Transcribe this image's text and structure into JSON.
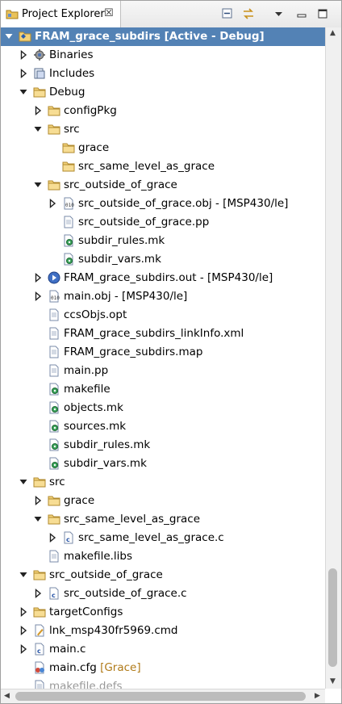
{
  "view": {
    "tab_title": "Project Explorer",
    "tab_close": "☒"
  },
  "toolbar": {
    "buttons": [
      "collapse-all-icon",
      "link-with-editor-icon",
      "view-menu-icon",
      "minimize-icon",
      "maximize-icon"
    ]
  },
  "tree": [
    {
      "level": 0,
      "arrow": "open",
      "icon": "project-icon",
      "label": "FRAM_grace_subdirs  [Active - Debug]",
      "selected": true
    },
    {
      "level": 1,
      "arrow": "closed",
      "icon": "binaries-icon",
      "label": "Binaries"
    },
    {
      "level": 1,
      "arrow": "closed",
      "icon": "includes-icon",
      "label": "Includes"
    },
    {
      "level": 1,
      "arrow": "open",
      "icon": "folder-icon",
      "label": "Debug"
    },
    {
      "level": 2,
      "arrow": "closed",
      "icon": "folder-icon",
      "label": "configPkg"
    },
    {
      "level": 2,
      "arrow": "open",
      "icon": "folder-icon",
      "label": "src"
    },
    {
      "level": 3,
      "arrow": "none",
      "icon": "folder-icon",
      "label": "grace"
    },
    {
      "level": 3,
      "arrow": "none",
      "icon": "folder-icon",
      "label": "src_same_level_as_grace"
    },
    {
      "level": 2,
      "arrow": "open",
      "icon": "folder-icon",
      "label": "src_outside_of_grace"
    },
    {
      "level": 3,
      "arrow": "closed",
      "icon": "object-file-icon",
      "label": "src_outside_of_grace.obj - [MSP430/le]"
    },
    {
      "level": 3,
      "arrow": "none",
      "icon": "file-icon",
      "label": "src_outside_of_grace.pp"
    },
    {
      "level": 3,
      "arrow": "none",
      "icon": "makefile-icon",
      "label": "subdir_rules.mk"
    },
    {
      "level": 3,
      "arrow": "none",
      "icon": "makefile-icon",
      "label": "subdir_vars.mk"
    },
    {
      "level": 2,
      "arrow": "closed",
      "icon": "executable-icon",
      "label": "FRAM_grace_subdirs.out - [MSP430/le]"
    },
    {
      "level": 2,
      "arrow": "closed",
      "icon": "object-file-icon",
      "label": "main.obj - [MSP430/le]"
    },
    {
      "level": 2,
      "arrow": "none",
      "icon": "file-icon",
      "label": "ccsObjs.opt"
    },
    {
      "level": 2,
      "arrow": "none",
      "icon": "file-icon",
      "label": "FRAM_grace_subdirs_linkInfo.xml"
    },
    {
      "level": 2,
      "arrow": "none",
      "icon": "file-icon",
      "label": "FRAM_grace_subdirs.map"
    },
    {
      "level": 2,
      "arrow": "none",
      "icon": "file-icon",
      "label": "main.pp"
    },
    {
      "level": 2,
      "arrow": "none",
      "icon": "makefile-icon",
      "label": "makefile"
    },
    {
      "level": 2,
      "arrow": "none",
      "icon": "makefile-icon",
      "label": "objects.mk"
    },
    {
      "level": 2,
      "arrow": "none",
      "icon": "makefile-icon",
      "label": "sources.mk"
    },
    {
      "level": 2,
      "arrow": "none",
      "icon": "makefile-icon",
      "label": "subdir_rules.mk"
    },
    {
      "level": 2,
      "arrow": "none",
      "icon": "makefile-icon",
      "label": "subdir_vars.mk"
    },
    {
      "level": 1,
      "arrow": "open",
      "icon": "folder-icon",
      "label": "src"
    },
    {
      "level": 2,
      "arrow": "closed",
      "icon": "folder-icon",
      "label": "grace"
    },
    {
      "level": 2,
      "arrow": "open",
      "icon": "folder-icon",
      "label": "src_same_level_as_grace"
    },
    {
      "level": 3,
      "arrow": "closed",
      "icon": "c-file-icon",
      "label": "src_same_level_as_grace.c"
    },
    {
      "level": 2,
      "arrow": "none",
      "icon": "file-icon",
      "label": "makefile.libs"
    },
    {
      "level": 1,
      "arrow": "open",
      "icon": "folder-icon",
      "label": "src_outside_of_grace"
    },
    {
      "level": 2,
      "arrow": "closed",
      "icon": "c-file-icon",
      "label": "src_outside_of_grace.c"
    },
    {
      "level": 1,
      "arrow": "closed",
      "icon": "folder-icon",
      "label": "targetConfigs"
    },
    {
      "level": 1,
      "arrow": "closed",
      "icon": "cmd-file-icon",
      "label": "lnk_msp430fr5969.cmd"
    },
    {
      "level": 1,
      "arrow": "closed",
      "icon": "c-file-icon",
      "label": "main.c"
    },
    {
      "level": 1,
      "arrow": "none",
      "icon": "cfg-file-icon",
      "label": "main.cfg",
      "decoration": "[Grace]"
    },
    {
      "level": 1,
      "arrow": "none",
      "icon": "file-icon",
      "label": "makefile.defs",
      "faded": true
    }
  ]
}
